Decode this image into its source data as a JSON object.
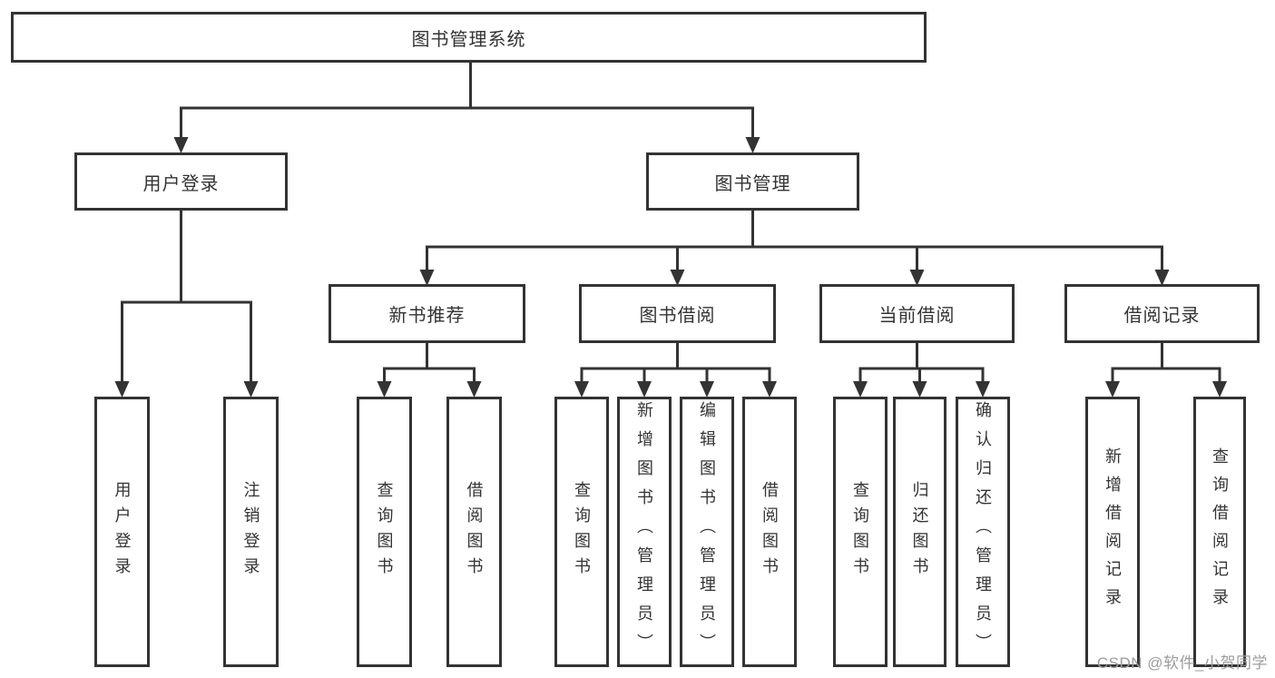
{
  "diagram": {
    "root": {
      "label": "图书管理系统",
      "children": [
        {
          "label": "用户登录",
          "children": [
            {
              "label": "用户登录"
            },
            {
              "label": "注销登录"
            }
          ]
        },
        {
          "label": "图书管理",
          "children": [
            {
              "label": "新书推荐",
              "children": [
                {
                  "label": "查询图书"
                },
                {
                  "label": "借阅图书"
                }
              ]
            },
            {
              "label": "图书借阅",
              "children": [
                {
                  "label": "查询图书"
                },
                {
                  "label": "新增图书（管理员）"
                },
                {
                  "label": "编辑图书（管理员）"
                },
                {
                  "label": "借阅图书"
                }
              ]
            },
            {
              "label": "当前借阅",
              "children": [
                {
                  "label": "查询图书"
                },
                {
                  "label": "归还图书"
                },
                {
                  "label": "确认归还（管理员）"
                }
              ]
            },
            {
              "label": "借阅记录",
              "children": [
                {
                  "label": "新增借阅记录"
                },
                {
                  "label": "查询借阅记录"
                }
              ]
            }
          ]
        }
      ]
    },
    "colors": {
      "line": "#333333",
      "box_border": "#333333",
      "box_background": "#ffffff",
      "text": "#333333",
      "watermark": "#9c9c9c"
    }
  },
  "watermark": {
    "text": "CSDN @软件_小贺同学"
  }
}
